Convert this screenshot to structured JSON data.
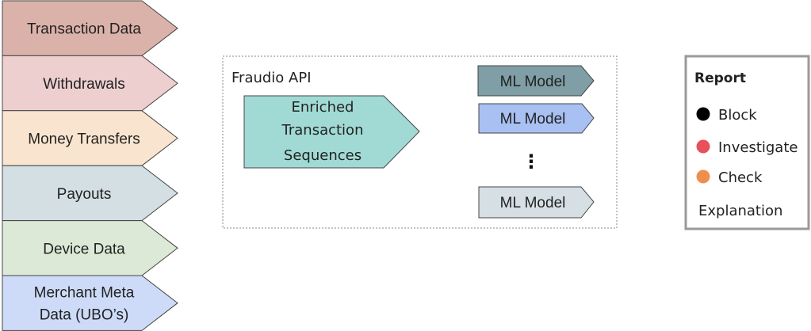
{
  "sources": [
    {
      "lines": [
        "Transaction Data"
      ],
      "color": "#dbb2a9"
    },
    {
      "lines": [
        "Withdrawals"
      ],
      "color": "#eecfd0"
    },
    {
      "lines": [
        "Money Transfers"
      ],
      "color": "#f9e5cf"
    },
    {
      "lines": [
        "Payouts"
      ],
      "color": "#d4dfe3"
    },
    {
      "lines": [
        "Device Data"
      ],
      "color": "#dce9d6"
    },
    {
      "lines": [
        "Merchant Meta",
        "Data (UBO’s)"
      ],
      "color": "#cddbf8"
    }
  ],
  "api": {
    "title": "Fraudio API",
    "enriched": {
      "lines": [
        "Enriched",
        "Transaction",
        "Sequences"
      ],
      "color": "#a1dad4"
    },
    "models": [
      {
        "label": "ML Model",
        "color": "#7f9ea6"
      },
      {
        "label": "ML Model",
        "color": "#a9c0f3"
      },
      {
        "label": "ML Model",
        "color": "#d6e0e4"
      }
    ],
    "ellipsis": "⋮"
  },
  "report": {
    "title": "Report",
    "items": [
      {
        "label": "Block",
        "color": "#000000"
      },
      {
        "label": "Investigate",
        "color": "#e8505b"
      },
      {
        "label": "Check",
        "color": "#ef8f4e"
      }
    ],
    "footer": "Explanation"
  }
}
